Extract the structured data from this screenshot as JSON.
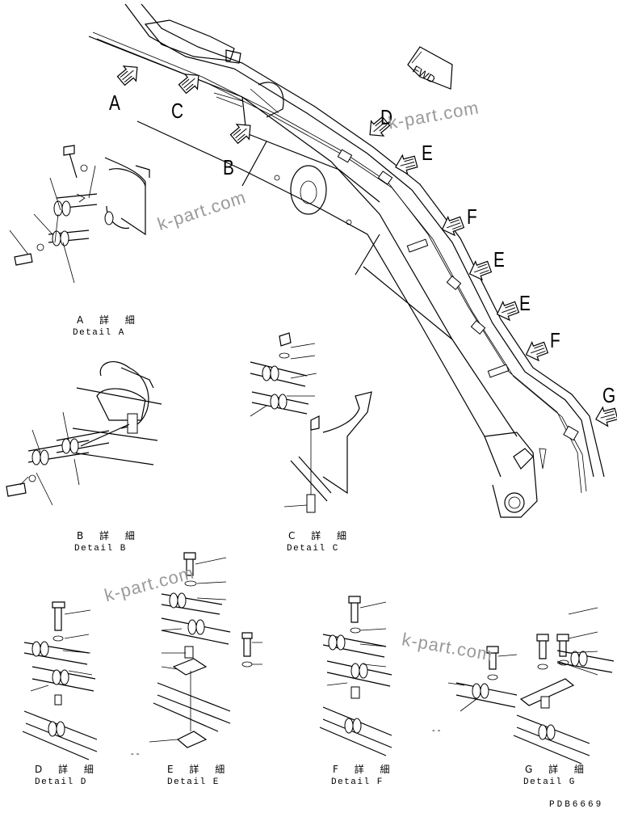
{
  "callouts": {
    "A": "A",
    "B": "B",
    "C": "C",
    "D": "D",
    "E1": "E",
    "E2": "E",
    "E3": "E",
    "F1": "F",
    "F2": "F",
    "G": "G"
  },
  "fwd_label": "FWD",
  "details": {
    "a": {
      "jp": "A 詳 細",
      "en": "Detail A"
    },
    "b": {
      "jp": "B 詳 細",
      "en": "Detail B"
    },
    "c": {
      "jp": "C 詳 細",
      "en": "Detail C"
    },
    "d": {
      "jp": "D 詳 細",
      "en": "Detail D"
    },
    "e": {
      "jp": "E 詳 細",
      "en": "Detail E"
    },
    "f": {
      "jp": "F 詳 細",
      "en": "Detail F"
    },
    "g": {
      "jp": "G 詳 細",
      "en": "Detail G"
    }
  },
  "watermark": "k-part.com",
  "drawing_code": "PDB6669",
  "dash_marks": "- -"
}
